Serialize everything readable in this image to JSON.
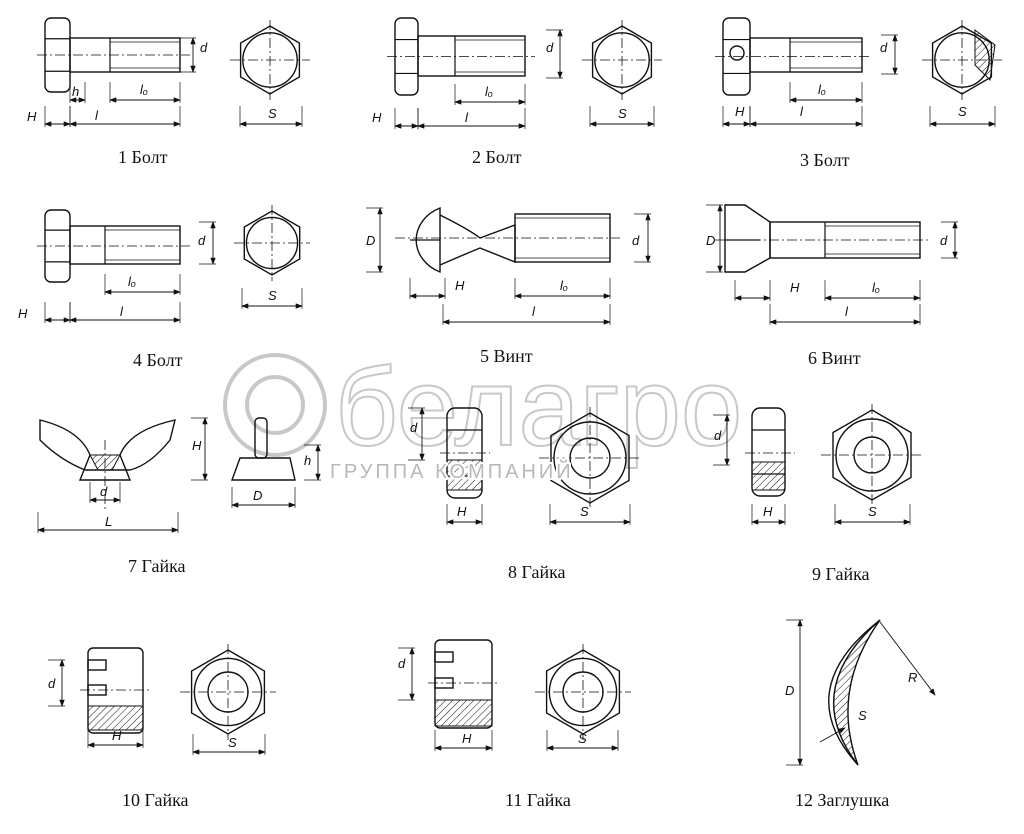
{
  "watermark": {
    "brand": "белагро",
    "subtitle": "ГРУППА КОМПАНИЙ"
  },
  "figures": [
    {
      "caption": "1 Болт",
      "dims": {
        "d": "d",
        "h": "h",
        "l0": "lₒ",
        "H": "H",
        "l": "l",
        "S": "S"
      }
    },
    {
      "caption": "2 Болт",
      "dims": {
        "d": "d",
        "l0": "lₒ",
        "H": "H",
        "l": "l",
        "S": "S"
      }
    },
    {
      "caption": "3 Болт",
      "dims": {
        "d": "d",
        "l0": "lₒ",
        "H": "H",
        "l": "l",
        "S": "S"
      }
    },
    {
      "caption": "4 Болт",
      "dims": {
        "d": "d",
        "l0": "lₒ",
        "H": "H",
        "l": "l",
        "S": "S"
      }
    },
    {
      "caption": "5 Винт",
      "dims": {
        "D": "D",
        "d": "d",
        "H": "H",
        "l0": "lₒ",
        "l": "l"
      }
    },
    {
      "caption": "6 Винт",
      "dims": {
        "D": "D",
        "d": "d",
        "H": "H",
        "l0": "lₒ",
        "l": "l"
      }
    },
    {
      "caption": "7 Гайка",
      "dims": {
        "H": "H",
        "d": "d",
        "L": "L",
        "h": "h",
        "D": "D"
      }
    },
    {
      "caption": "8 Гайка",
      "dims": {
        "d": "d",
        "H": "H",
        "S": "S"
      }
    },
    {
      "caption": "9 Гайка",
      "dims": {
        "d": "d",
        "H": "H",
        "S": "S"
      }
    },
    {
      "caption": "10 Гайка",
      "dims": {
        "d": "d",
        "H": "H",
        "S": "S"
      }
    },
    {
      "caption": "11 Гайка",
      "dims": {
        "d": "d",
        "H": "H",
        "S": "S"
      }
    },
    {
      "caption": "12 Заглушка",
      "dims": {
        "D": "D",
        "R": "R",
        "S": "S"
      }
    }
  ]
}
